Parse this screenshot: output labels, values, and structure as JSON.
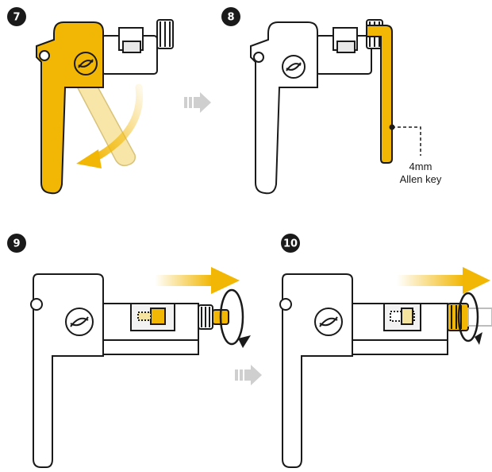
{
  "steps": [
    {
      "number": "7"
    },
    {
      "number": "8"
    },
    {
      "number": "9"
    },
    {
      "number": "10"
    }
  ],
  "callout": {
    "line1": "4mm",
    "line2": "Allen key"
  },
  "colors": {
    "highlight": "#F2B705",
    "outline": "#1a1a1a",
    "badge": "#1a1a1a",
    "step_arrow": "#cfcfcf"
  }
}
